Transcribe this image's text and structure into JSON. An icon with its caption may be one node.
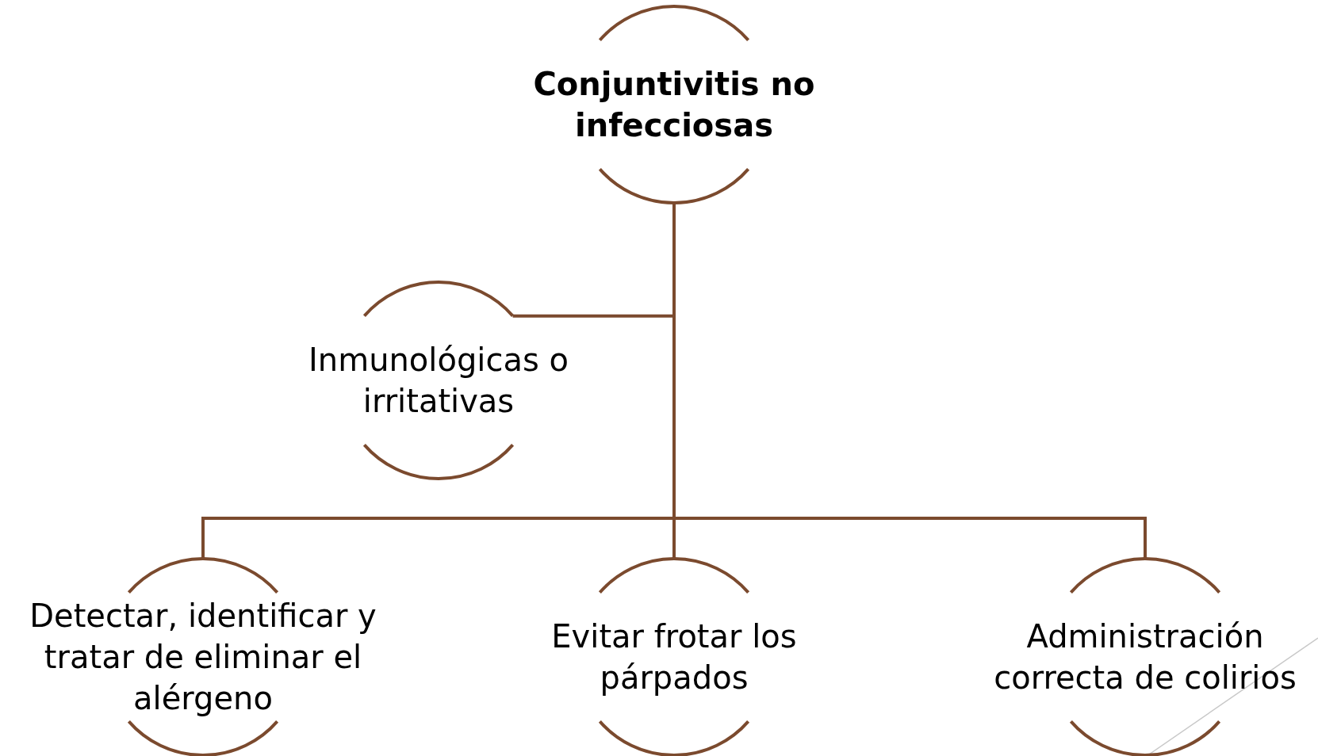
{
  "diagram": {
    "nodes": [
      {
        "text": [
          "Conjuntivitis no infecciosas"
        ]
      },
      {
        "text": [
          "Inmunológicas o irritativas"
        ]
      },
      {
        "text": [
          "Detectar, identificar y tratar de eliminar el alérgeno"
        ]
      },
      {
        "text": [
          "Evitar frotar los párpados"
        ]
      },
      {
        "text": [
          "Administración correcta de colirios"
        ]
      }
    ],
    "edges": [
      {
        "from": 0,
        "to": 1,
        "arrow": "none"
      },
      {
        "from": 0,
        "to": 2,
        "arrow": "none"
      },
      {
        "from": 0,
        "to": 3,
        "arrow": "none"
      },
      {
        "from": 0,
        "to": 4,
        "arrow": "none"
      }
    ]
  }
}
